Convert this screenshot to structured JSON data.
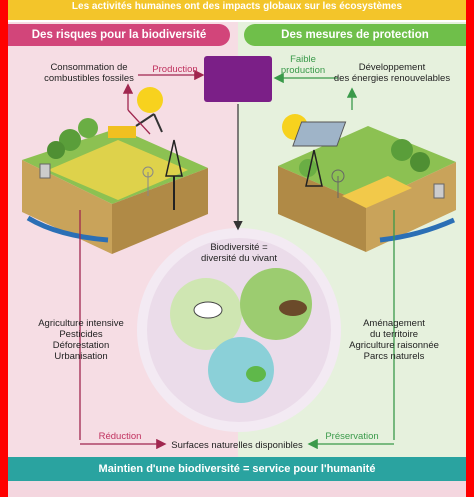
{
  "top_banner": "Les activités humaines ont des impacts globaux sur les écosystèmes",
  "header_left": "Des risques pour la biodiversité",
  "header_right": "Des mesures de protection",
  "left": {
    "top_label": "Consommation de\ncombustibles fossiles",
    "production_label": "Production",
    "list": "Agriculture intensive\nPesticides\nDéforestation\nUrbanisation",
    "reduction_label": "Réduction"
  },
  "right": {
    "top_label": "Développement\ndes énergies renouvelables",
    "production_label": "Faible\nproduction",
    "list": "Aménagement\ndu territoire\nAgriculture raisonnée\nParcs naturels",
    "preservation_label": "Préservation"
  },
  "center": {
    "biodiversity_label": "Biodiversité =\ndiversité du vivant",
    "surfaces_label": "Surfaces naturelles disponibles"
  },
  "bottom_banner": "Maintien d'une biodiversité = service pour l'humanité",
  "colors": {
    "left_accent": "#d2457a",
    "right_accent": "#6fbf4a",
    "box": "#7b1f87",
    "bottom": "#2aa3a0",
    "frame": "#ff0000"
  }
}
